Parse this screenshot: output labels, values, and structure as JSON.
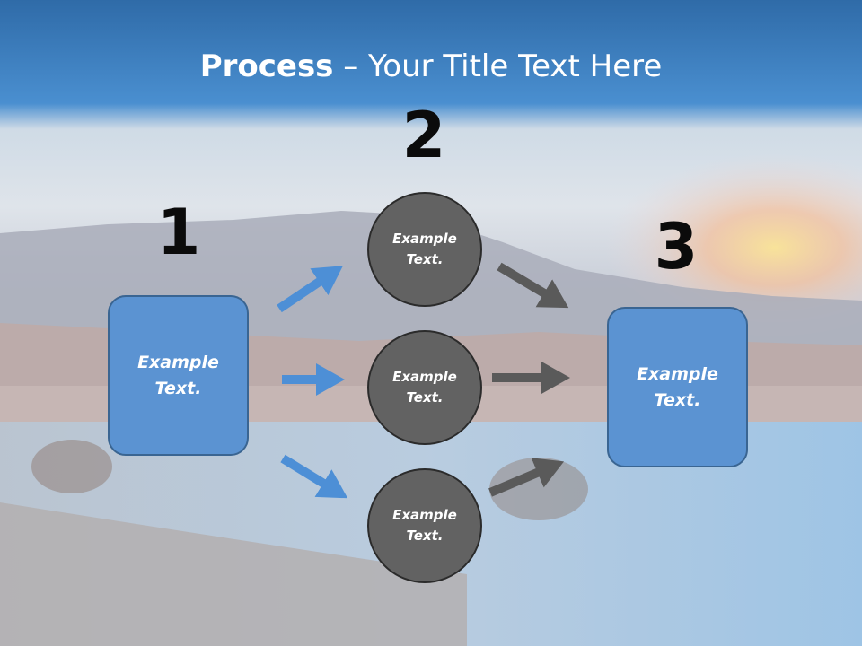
{
  "title": {
    "bold": "Process",
    "rest": " – Your Title Text Here"
  },
  "steps": [
    {
      "number": "1",
      "label": "Example\nText."
    },
    {
      "number": "2",
      "labels": [
        "Example\nText.",
        "Example\nText.",
        "Example\nText."
      ]
    },
    {
      "number": "3",
      "label": "Example\nText."
    }
  ],
  "colors": {
    "box": "#5b93d2",
    "circle": "#626262",
    "arrow_blue": "#4d8fd6",
    "arrow_gray": "#5a5a5a"
  }
}
